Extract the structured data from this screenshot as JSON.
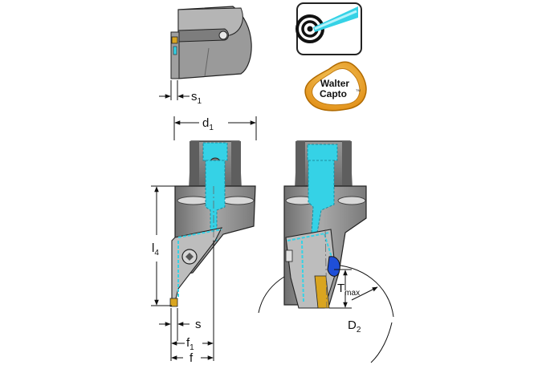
{
  "dimensions": {
    "s1": {
      "main": "s",
      "sub": "1"
    },
    "d1": {
      "main": "d",
      "sub": "1"
    },
    "l4": {
      "main": "l",
      "sub": "4"
    },
    "s": {
      "main": "s"
    },
    "f1": {
      "main": "f",
      "sub": "1"
    },
    "f": {
      "main": "f"
    },
    "tmax": {
      "main": "T",
      "sub": "max"
    },
    "d2": {
      "main": "D",
      "sub": "2"
    }
  },
  "logos": {
    "walter_capto_line1": "Walter",
    "walter_capto_line2": "Capto",
    "walter_capto_tm": "TM"
  },
  "icons": [
    "coolant-through-icon",
    "walter-capto-logo"
  ],
  "colors": {
    "body_gray": "#8a8a8a",
    "dark_gray": "#555555",
    "light_gray": "#c8c8c8",
    "coolant_cyan": "#35d2e6",
    "insert_gold": "#d9a520",
    "logo_orange": "#f29a1e"
  }
}
